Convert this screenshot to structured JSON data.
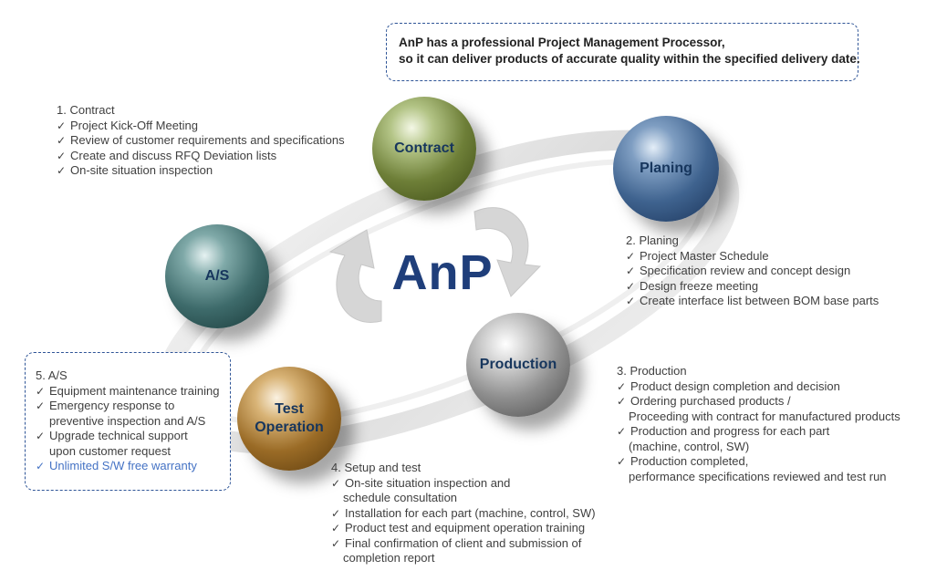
{
  "note": {
    "line1": "AnP has a professional Project Management Processor,",
    "line2": "so it can deliver products of accurate quality within the specified delivery date."
  },
  "center_title": "AnP",
  "stages": {
    "contract": "Contract",
    "planing": "Planing",
    "as": "A/S",
    "production": "Production",
    "test_line1": "Test",
    "test_line2": "Operation"
  },
  "contract_block": {
    "title": "1. Contract",
    "items": [
      "Project Kick-Off Meeting",
      "Review of customer requirements and specifications",
      "Create and discuss RFQ Deviation lists",
      "On-site situation inspection"
    ]
  },
  "planing_block": {
    "title": "2. Planing",
    "items": [
      "Project Master Schedule",
      "Specification review and concept design",
      "Design freeze meeting",
      "Create interface list between BOM base parts"
    ]
  },
  "production_block": {
    "title": "3. Production",
    "items": [
      "Product design completion and decision",
      "Ordering purchased products /",
      "Proceeding with contract for manufactured products",
      "Production and progress for each part",
      "(machine, control, SW)",
      "Production completed,",
      "performance specifications reviewed and test run"
    ]
  },
  "setup_block": {
    "title": "4. Setup and test",
    "items": [
      "On-site situation inspection and",
      "schedule consultation",
      "Installation for each part (machine, control, SW)",
      "Product test  and equipment operation training",
      "Final confirmation of client and submission of",
      "completion report"
    ]
  },
  "as_block": {
    "title": "5. A/S",
    "items": [
      "Equipment maintenance training",
      "Emergency response to",
      "preventive inspection and A/S",
      "Upgrade technical support",
      "upon customer request",
      "Unlimited S/W free warranty"
    ]
  },
  "colors": {
    "title": "#1f3e7a",
    "callout_border": "#2f5597",
    "highlight": "#4472c4"
  }
}
